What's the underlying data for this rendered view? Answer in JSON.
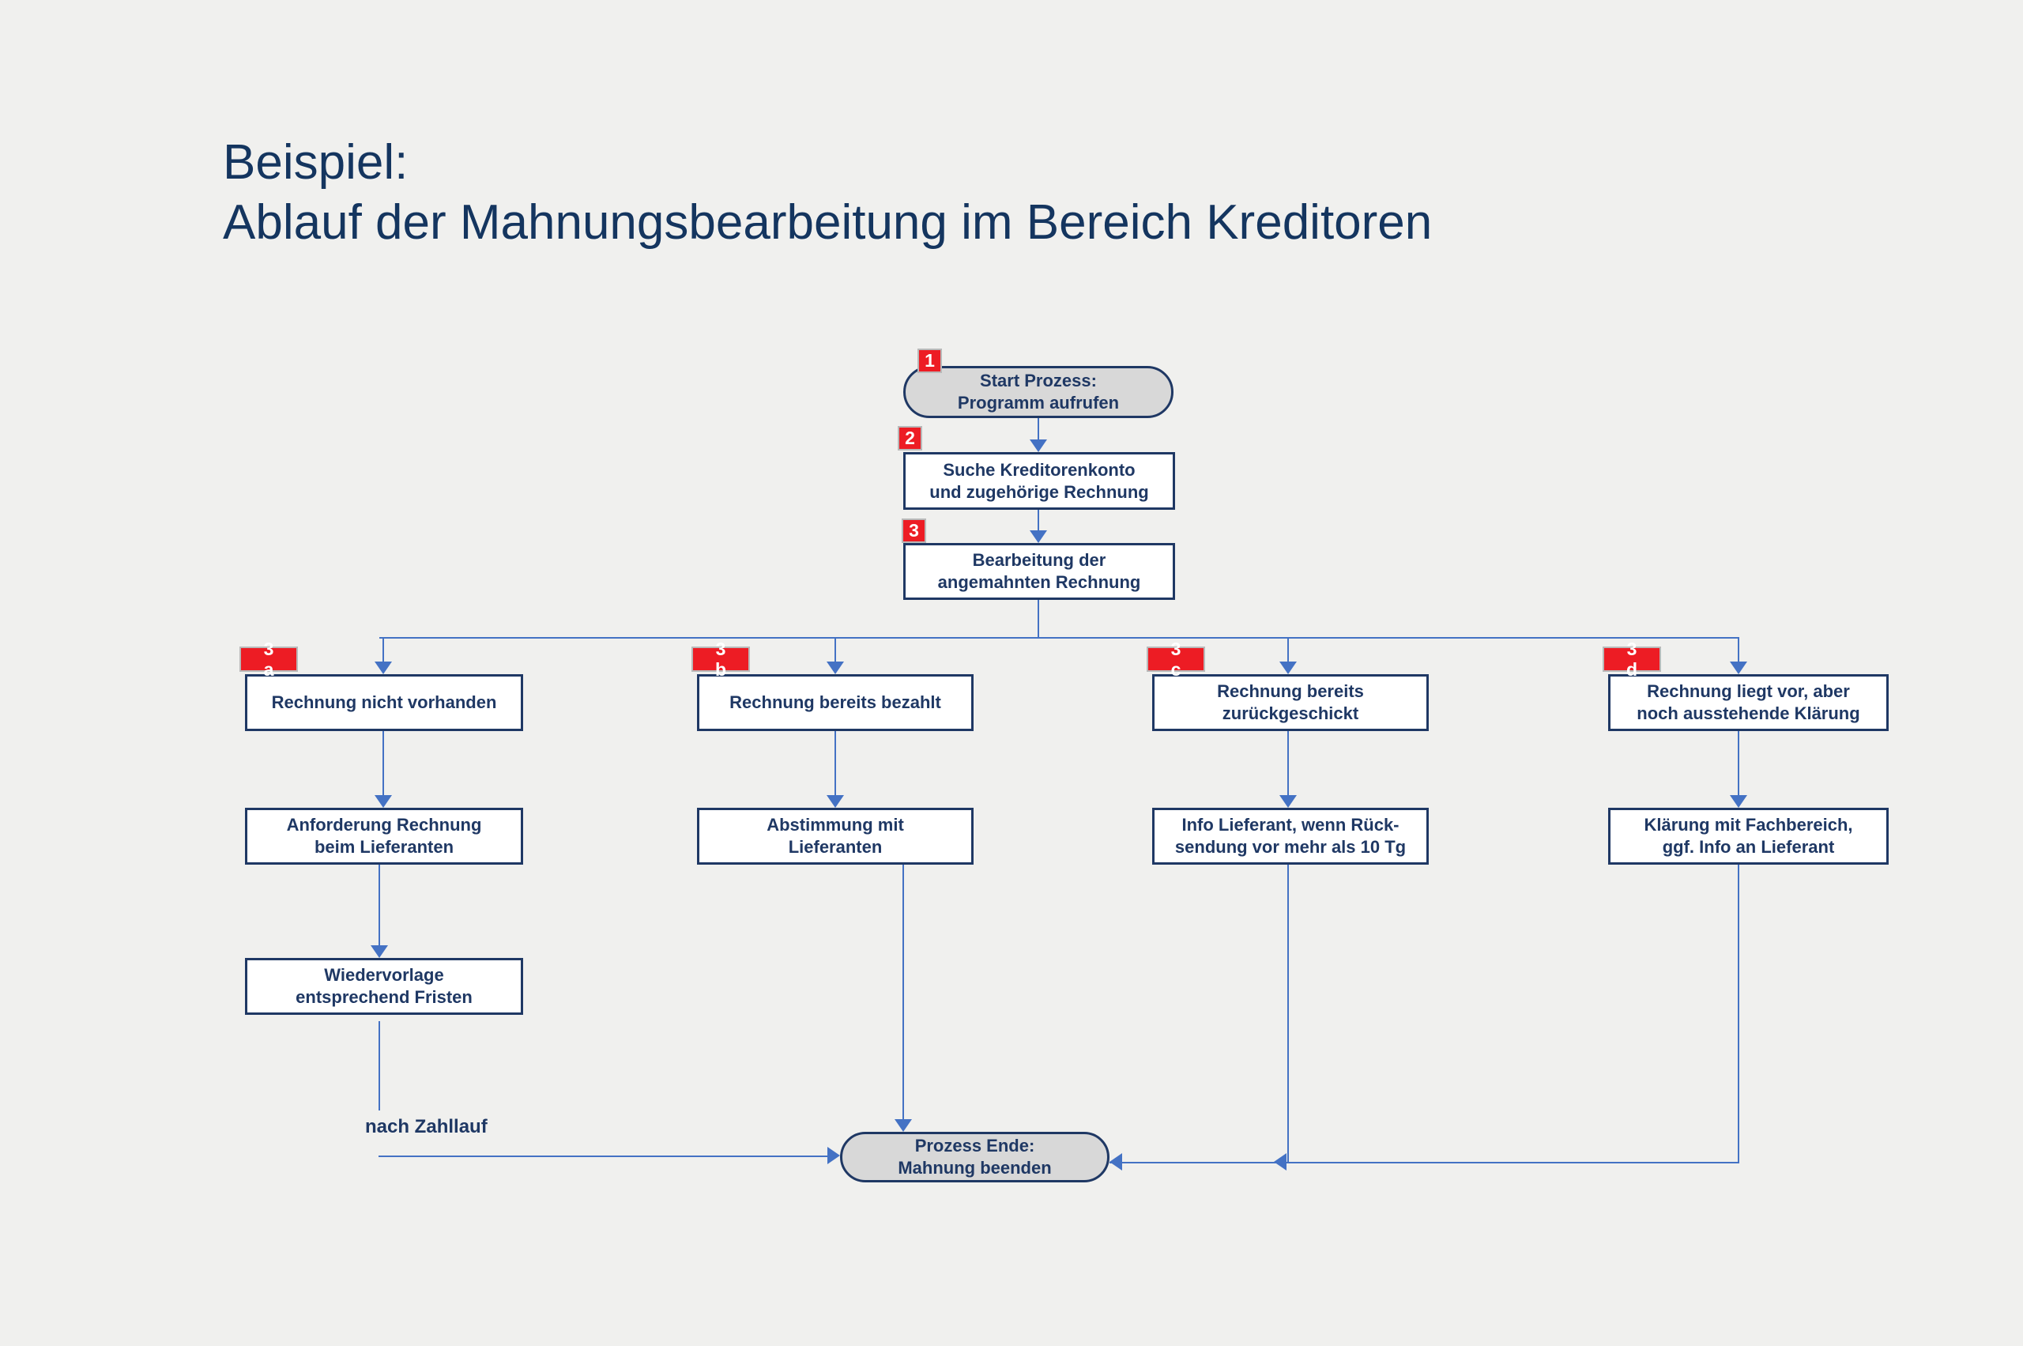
{
  "slide": {
    "title_line1": "Beispiel:",
    "title_line2": "Ablauf der Mahnungsbearbeitung im Bereich Kreditoren"
  },
  "flow": {
    "start": {
      "badge": "1",
      "label": "Start Prozess:\nProgramm aufrufen"
    },
    "step_search": {
      "badge": "2",
      "label": "Suche Kreditorenkonto\nund zugehörige Rechnung"
    },
    "step_process": {
      "badge": "3",
      "label": "Bearbeitung der\nangemahnten Rechnung"
    },
    "branches": [
      {
        "badge": "3\na",
        "case": "Rechnung nicht vorhanden",
        "action": "Anforderung Rechnung\nbeim Lieferanten",
        "followup": "Wiedervorlage\nentsprechend Fristen"
      },
      {
        "badge": "3\nb",
        "case": "Rechnung bereits bezahlt",
        "action": "Abstimmung mit\nLieferanten"
      },
      {
        "badge": "3\nc",
        "case": "Rechnung bereits\nzurückgeschickt",
        "action": "Info Lieferant, wenn Rück-\nsendung vor mehr als 10 Tg"
      },
      {
        "badge": "3\nd",
        "case": "Rechnung liegt vor, aber\nnoch ausstehende Klärung",
        "action": "Klärung mit Fachbereich,\nggf. Info an Lieferant"
      }
    ],
    "edge_label": "nach Zahllauf",
    "end": {
      "label": "Prozess Ende:\nMahnung beenden"
    }
  },
  "colors": {
    "background": "#f0f0ee",
    "navy": "#1f3864",
    "connector_blue": "#4472c4",
    "badge_red": "#ed1c24",
    "badge_border_gray": "#b9b9b9",
    "terminator_fill": "#d8d8d8",
    "box_fill": "#ffffff",
    "title_navy": "#14355f"
  }
}
